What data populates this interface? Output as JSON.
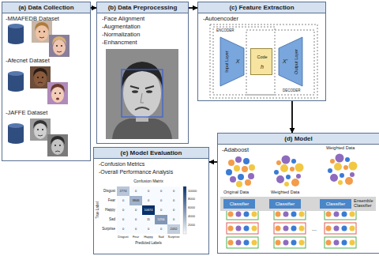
{
  "diagram": {
    "nodes": [
      {
        "text": [
          "(a) Data Collection",
          "-MMAFEDB Dataset",
          "-Afecnet Dataset",
          "-JAFFE Dataset"
        ]
      },
      {
        "text": [
          "(b) Data Preprocessing",
          "-Face Alignment",
          "-Augmentation",
          "-Normalization",
          "-Enhancment"
        ]
      },
      {
        "text": [
          "(c) Feature Extraction",
          "-Autoencoder"
        ]
      },
      {
        "text": [
          "Input Layer",
          "X"
        ],
        "in": 2
      },
      {
        "text": [
          "Code",
          "h"
        ],
        "in": 2
      },
      {
        "text": [
          "X'",
          "Output Layer"
        ],
        "in": 2
      },
      {
        "text": [
          "(d) Model",
          "-Adaboost"
        ]
      },
      {
        "text": [
          "Ensemble Classifier"
        ],
        "in": 6
      },
      {
        "text": [
          "Classifier"
        ],
        "in": 7
      },
      {
        "text": [
          "Classifier"
        ],
        "in": 7
      },
      {
        "text": [
          "Classifier"
        ],
        "in": 7
      },
      {
        "text": [
          "(e) Model Evaluation",
          "-Confusion Metrics",
          "-Overall Performance Analysis"
        ]
      }
    ],
    "edges": [
      {
        "from": 0,
        "to": 1,
        "arrow": "to"
      },
      {
        "from": 1,
        "to": 2,
        "arrow": "to"
      },
      {
        "from": 2,
        "to": 6,
        "arrow": "to"
      },
      {
        "from": 6,
        "to": 11,
        "arrow": "to"
      }
    ],
    "labels": [
      "ENCODER",
      "DECODER",
      "Original Data",
      "Weighted Data",
      "Weighted Data",
      "...",
      "Confusion Matrix",
      "Disgust",
      "Fear",
      "Happy",
      "Sad",
      "Surprise",
      "2774",
      "0",
      "0",
      "0",
      "0",
      "0",
      "3846",
      "0",
      "0",
      "0",
      "0",
      "0",
      "10674",
      "0",
      "0",
      "0",
      "0",
      "11",
      "5256",
      "0",
      "0",
      "0",
      "0",
      "0",
      "2432",
      "Disgust",
      "Fear",
      "Happy",
      "Sad",
      "Surprise",
      "Predicted Labels",
      "True Label",
      "10000",
      "8000",
      "6000",
      "4000",
      "2000"
    ]
  }
}
